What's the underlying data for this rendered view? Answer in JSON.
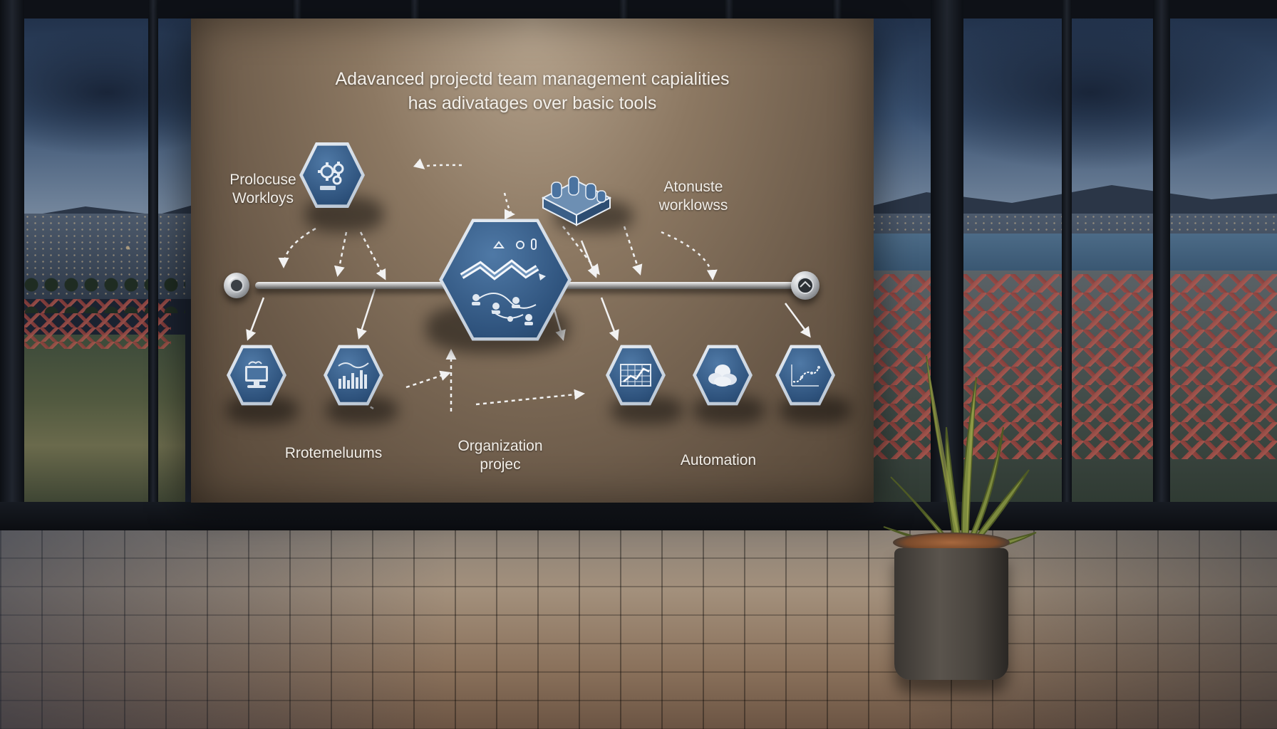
{
  "board": {
    "title_line1": "Adavanced projectd team management capialities",
    "title_line2": "has adivatages over basic tools",
    "labels": {
      "top_left": "Prolocuse\nWorkloys",
      "top_right": "Atonuste\nworklowss",
      "bottom_left": "Rrotemeluums",
      "bottom_center": "Organization\nprojec",
      "bottom_right": "Automation"
    }
  },
  "icons": {
    "top_left": "gears-icon",
    "top_right": "database-cluster-icon",
    "center": "workflow-chart-icon",
    "bottom_1": "computer-monitor-icon",
    "bottom_2": "bar-chart-icon",
    "bottom_3": "spreadsheet-chart-icon",
    "bottom_4": "cloud-icon",
    "bottom_5": "line-graph-icon",
    "right_knob": "steering-icon"
  },
  "colors": {
    "hex_fill": "#2d517b",
    "hex_border": "#d8e0ea",
    "board": "#8c7862",
    "label_text": "#f2eee8"
  }
}
